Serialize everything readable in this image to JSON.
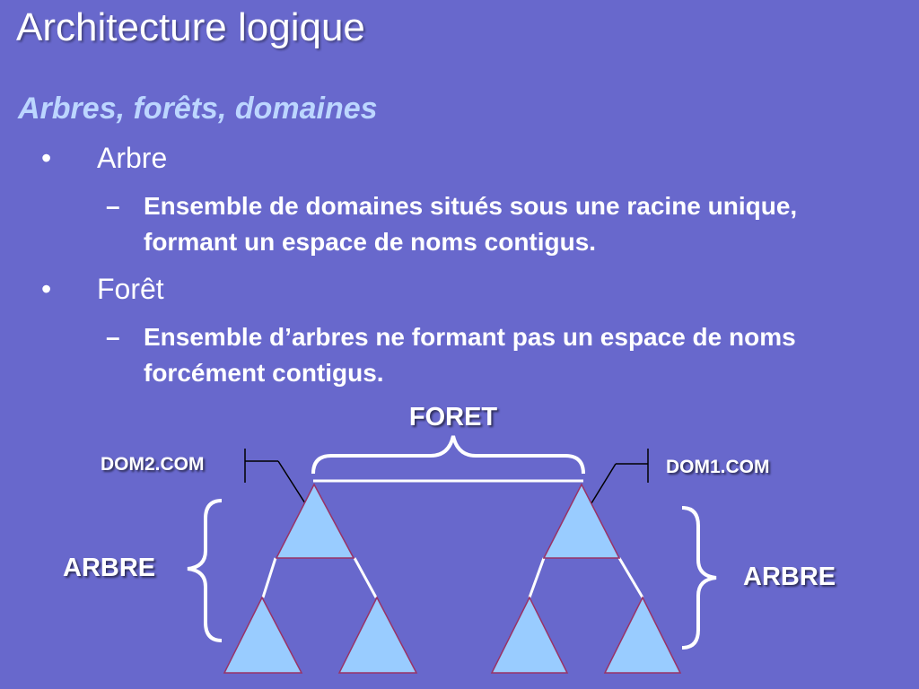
{
  "slide": {
    "title": "Architecture logique",
    "subtitle": "Arbres, forêts, domaines",
    "bullets": [
      {
        "marker": "•",
        "label": "Arbre",
        "sub_marker": "–",
        "sub_text": "Ensemble de domaines situés sous une racine unique, formant un espace de noms contigus."
      },
      {
        "marker": "•",
        "label": "Forêt",
        "sub_marker": "–",
        "sub_text": "Ensemble d’arbres ne formant pas un espace de noms forcément contigus."
      }
    ]
  },
  "diagram": {
    "forest_label": "FORET",
    "left_root_label": "DOM2.COM",
    "right_root_label": "DOM1.COM",
    "left_tree_label": "ARBRE",
    "right_tree_label": "ARBRE"
  },
  "colors": {
    "background": "#6868cc",
    "triangle_fill": "#99ccff",
    "triangle_stroke": "#993366",
    "text": "#ffffff",
    "subtitle": "#bcd6ff"
  }
}
